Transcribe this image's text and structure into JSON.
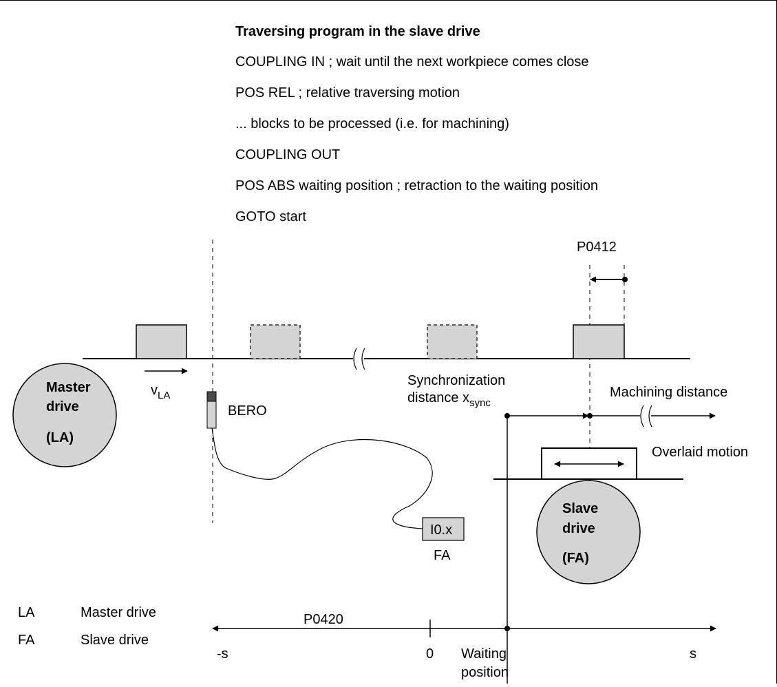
{
  "program": {
    "title": "Traversing program in the slave drive",
    "lines": [
      "COUPLING IN ; wait until the next workpiece comes close",
      "POS REL ; relative traversing motion",
      "... blocks to be processed (i.e. for machining)",
      "COUPLING OUT",
      "POS ABS waiting position ; retraction to the waiting position",
      "GOTO start"
    ]
  },
  "labels": {
    "p0412": "P0412",
    "p0420": "P0420",
    "master_line1": "Master",
    "master_line2": "drive",
    "master_line3": "(LA)",
    "velocity_main": "v",
    "velocity_sub": "LA",
    "bero": "BERO",
    "sync_line1": "Synchronization",
    "sync_line2_main": "distance x",
    "sync_line2_sub": "sync",
    "machining_distance": "Machining distance",
    "overlaid_motion": "Overlaid motion",
    "slave_line1": "Slave",
    "slave_line2": "drive",
    "slave_line3": "(FA)",
    "input_box": "I0.x",
    "input_owner": "FA",
    "axis_neg": "-s",
    "axis_zero": "0",
    "axis_pos": "s",
    "waiting_line1": "Waiting",
    "waiting_line2": "position"
  },
  "legend": [
    {
      "abbr": "LA",
      "text": "Master drive"
    },
    {
      "abbr": "FA",
      "text": "Slave drive"
    }
  ],
  "colors": {
    "fill_gray": "#d4d4d4",
    "sensor_dark": "#4a4a4a",
    "line": "#000000"
  }
}
